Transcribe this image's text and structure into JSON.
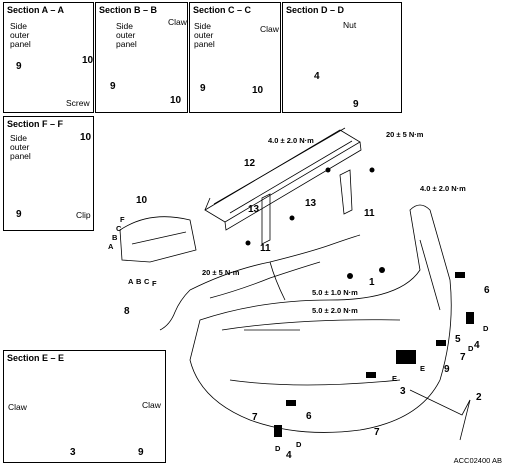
{
  "sections": {
    "aa": {
      "title": "Section A – A",
      "label_side": "Side\nouter\npanel",
      "num_9": "9",
      "num_10": "10",
      "label_screw": "Screw"
    },
    "bb": {
      "title": "Section B – B",
      "label_side": "Side\nouter\npanel",
      "label_claw": "Claw",
      "num_9": "9",
      "num_10": "10"
    },
    "cc": {
      "title": "Section C – C",
      "label_side": "Side\nouter\npanel",
      "label_claw": "Claw",
      "num_9": "9",
      "num_10": "10"
    },
    "dd": {
      "title": "Section D – D",
      "label_nut": "Nut",
      "num_4": "4",
      "num_9": "9"
    },
    "ff": {
      "title": "Section F – F",
      "label_side": "Side\nouter\npanel",
      "num_10": "10",
      "num_9": "9",
      "label_clip": "Clip"
    },
    "ee": {
      "title": "Section E – E",
      "label_claw_left": "Claw",
      "label_claw_right": "Claw",
      "num_3": "3",
      "num_9": "9"
    }
  },
  "main": {
    "torques": {
      "t_top": "4.0 ± 2.0 N·m",
      "t_top_right": "20 ± 5 N·m",
      "t_right": "4.0 ± 2.0 N·m",
      "t_mid_left": "20 ± 5 N·m",
      "t_mid1": "5.0 ± 1.0 N·m",
      "t_mid2": "5.0 ± 2.0 N·m"
    },
    "numbers": {
      "n12": "12",
      "n13a": "13",
      "n13b": "13",
      "n11a": "11",
      "n11b": "11",
      "n10": "10",
      "n1": "1",
      "n8": "8",
      "n6a": "6",
      "n6b": "6",
      "n5": "5",
      "n4a": "4",
      "n4b": "4",
      "n7a": "7",
      "n7b": "7",
      "n7c": "7",
      "n3": "3",
      "n9": "9",
      "n2": "2"
    },
    "letters": {
      "F1": "F",
      "C1": "C",
      "B1": "B",
      "A1": "A",
      "A2": "A",
      "B2": "B",
      "C2": "C",
      "F2": "F",
      "D1": "D",
      "D2": "D",
      "D3": "D",
      "D4": "D",
      "E1": "E",
      "E2": "E"
    },
    "diagram_code": "ACC02400 AB"
  }
}
